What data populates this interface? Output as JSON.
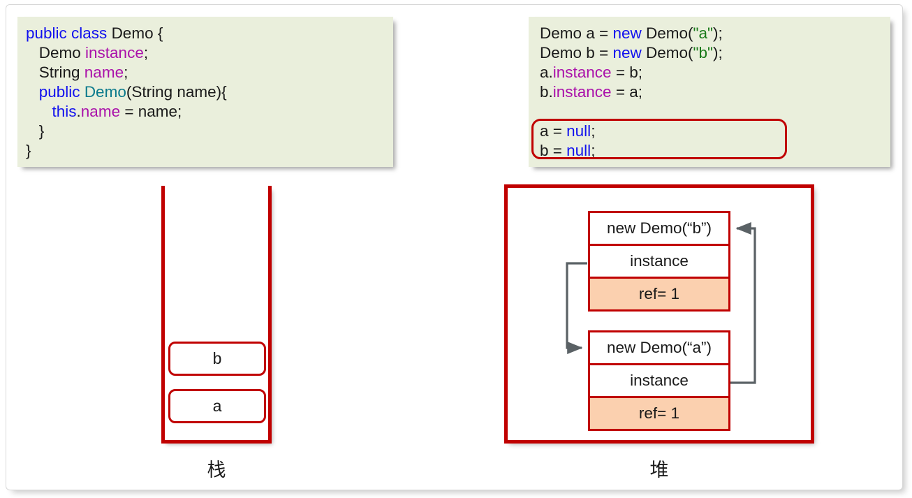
{
  "diagram": {
    "title_stack": "栈",
    "title_heap": "堆"
  },
  "code_left": {
    "lines": [
      [
        {
          "t": "public class ",
          "c": "kw"
        },
        {
          "t": "Demo {",
          "c": ""
        }
      ],
      [
        {
          "t": "   Demo ",
          "c": ""
        },
        {
          "t": "instance",
          "c": "fld"
        },
        {
          "t": ";",
          "c": ""
        }
      ],
      [
        {
          "t": "   String ",
          "c": ""
        },
        {
          "t": "name",
          "c": "fld"
        },
        {
          "t": ";",
          "c": ""
        }
      ],
      [
        {
          "t": "   ",
          "c": ""
        },
        {
          "t": "public ",
          "c": "kw"
        },
        {
          "t": "Demo",
          "c": "typ"
        },
        {
          "t": "(String name){",
          "c": ""
        }
      ],
      [
        {
          "t": "      ",
          "c": ""
        },
        {
          "t": "this",
          "c": "kw"
        },
        {
          "t": ".",
          "c": ""
        },
        {
          "t": "name",
          "c": "fld"
        },
        {
          "t": " = name;",
          "c": ""
        }
      ],
      [
        {
          "t": "   }",
          "c": ""
        }
      ],
      [
        {
          "t": "}",
          "c": ""
        }
      ]
    ]
  },
  "code_right": {
    "lines": [
      [
        {
          "t": "Demo a = ",
          "c": ""
        },
        {
          "t": "new ",
          "c": "kw"
        },
        {
          "t": "Demo(",
          "c": ""
        },
        {
          "t": "\"a\"",
          "c": "str"
        },
        {
          "t": ");",
          "c": ""
        }
      ],
      [
        {
          "t": "Demo b = ",
          "c": ""
        },
        {
          "t": "new ",
          "c": "kw"
        },
        {
          "t": "Demo(",
          "c": ""
        },
        {
          "t": "\"b\"",
          "c": "str"
        },
        {
          "t": ");",
          "c": ""
        }
      ],
      [
        {
          "t": "a.",
          "c": ""
        },
        {
          "t": "instance",
          "c": "fld"
        },
        {
          "t": " = b;",
          "c": ""
        }
      ],
      [
        {
          "t": "b.",
          "c": ""
        },
        {
          "t": "instance",
          "c": "fld"
        },
        {
          "t": " = a;",
          "c": ""
        }
      ],
      [
        {
          "t": " ",
          "c": ""
        }
      ],
      [
        {
          "t": "a = ",
          "c": ""
        },
        {
          "t": "null",
          "c": "kw"
        },
        {
          "t": ";",
          "c": ""
        }
      ],
      [
        {
          "t": "b = ",
          "c": ""
        },
        {
          "t": "null",
          "c": "kw"
        },
        {
          "t": ";",
          "c": ""
        }
      ]
    ],
    "highlight_present": true
  },
  "stack": {
    "label": "栈",
    "cells": [
      {
        "label": "b"
      },
      {
        "label": "a"
      }
    ]
  },
  "heap": {
    "label": "堆",
    "objects": [
      {
        "title": "new Demo(“b”)",
        "field": "instance",
        "refcount": "ref= 1"
      },
      {
        "title": "new Demo(“a”)",
        "field": "instance",
        "refcount": "ref= 1"
      }
    ]
  },
  "colors": {
    "accent_red": "#c00000",
    "code_bg": "#eaefdc",
    "ref_fill": "#fbd0af",
    "keyword": "#1111ee",
    "field": "#aa11aa",
    "type": "#0b7a8c",
    "string": "#1a7a1a",
    "arrow": "#5a6165"
  }
}
